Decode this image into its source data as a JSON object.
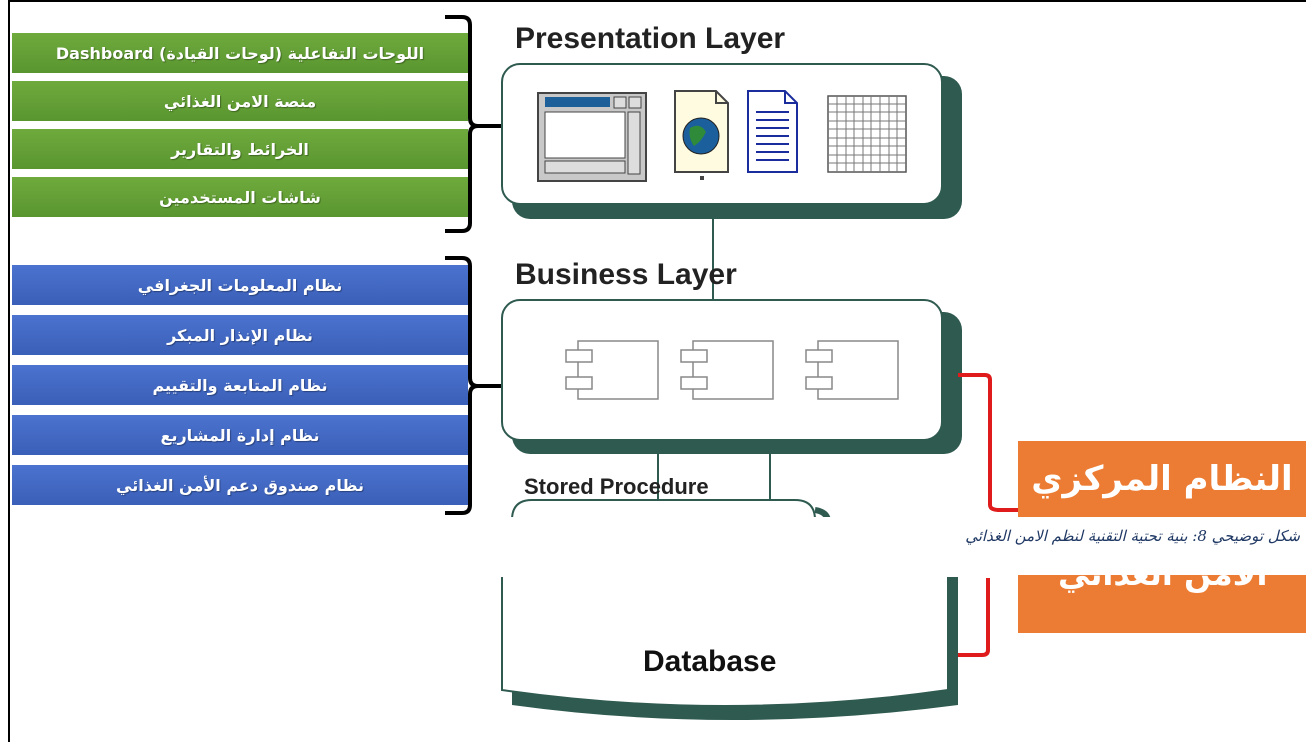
{
  "presentation_items": [
    "اللوحات التفاعلية (لوحات القيادة) Dashboard",
    "منصة الامن الغذائي",
    "الخرائط والتقارير",
    "شاشات المستخدمين"
  ],
  "business_items": [
    "نظام المعلومات الجغرافي",
    "نظام الإنذار المبكر",
    "نظام المتابعة والتقييم",
    "نظام إدارة المشاريع",
    "نظام صندوق دعم الأمن الغذائي"
  ],
  "layers": {
    "presentation": "Presentation Layer",
    "business": "Business Layer",
    "stored_procedure": "Stored Procedure",
    "database": "Database"
  },
  "central_system": "النظام المركزي",
  "caption": "شكل توضيحي 8: بنية تحتية التقنية لنظم الامن الغذائي",
  "colors": {
    "green": "#5f9b33",
    "blue": "#3f66c1",
    "orange": "#ec7c33",
    "red_connector": "#e01b1b",
    "panel_shadow": "#2f5a50"
  }
}
